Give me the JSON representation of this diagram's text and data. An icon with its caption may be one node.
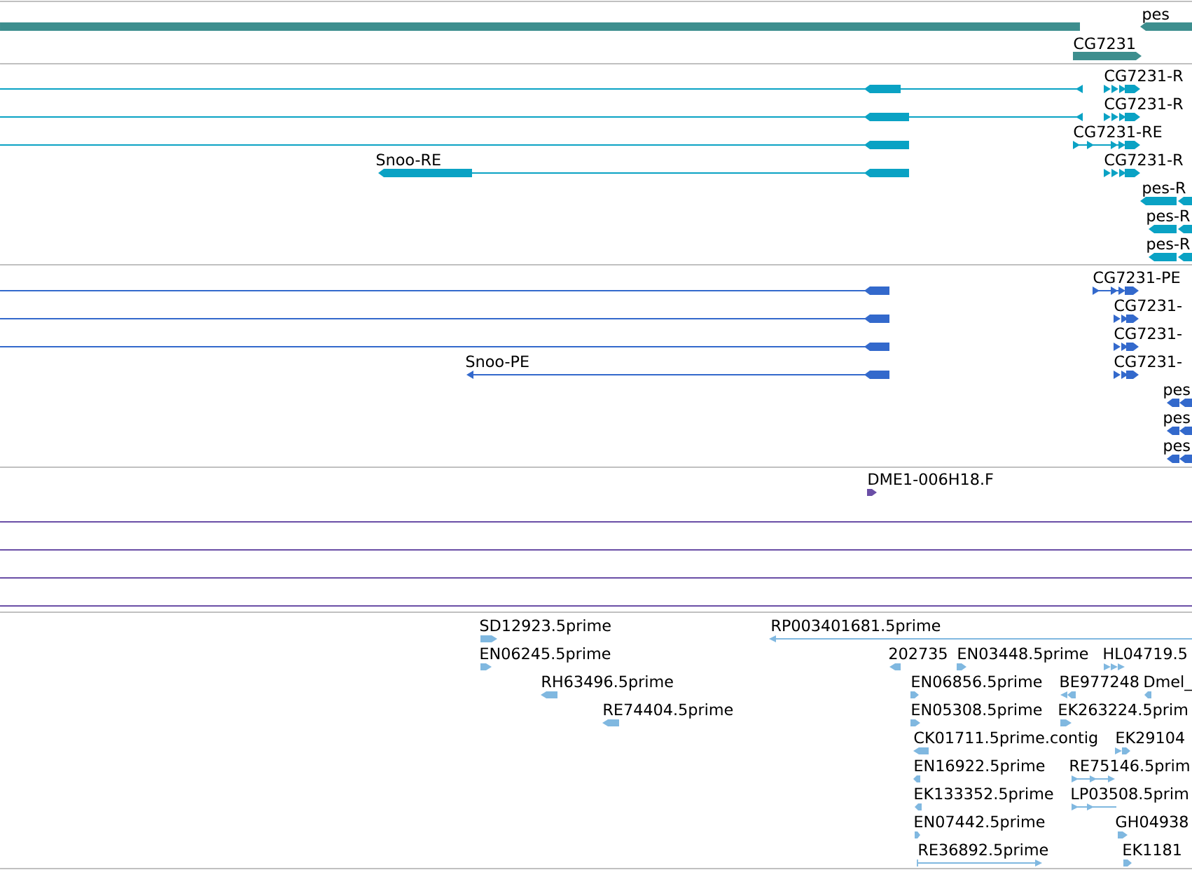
{
  "diagram": {
    "labels": [
      "pes",
      "CG7231",
      "CG7231-R",
      "CG7231-R",
      "CG7231-RE",
      "Snoo-RE",
      "CG7231-R",
      "pes-R",
      "pes-R",
      "pes-R",
      "CG7231-PE",
      "CG7231-",
      "CG7231-",
      "Snoo-PE",
      "CG7231-",
      "pes",
      "pes",
      "pes",
      "DME1-006H18.F",
      "SD12923.5prime",
      "RP003401681.5prime",
      "EN06245.5prime",
      "202735",
      "EN03448.5prime",
      "HL04719.5",
      "RH63496.5prime",
      "EN06856.5prime",
      "BE977248",
      "Dmel_",
      "RE74404.5prime",
      "EN05308.5prime",
      "EK263224.5prim",
      "CK01711.5prime.contig",
      "EK29104",
      "EN16922.5prime",
      "RE75146.5prim",
      "EK133352.5prime",
      "LP03508.5prim",
      "EN07442.5prime",
      "GH04938",
      "RE36892.5prime",
      "EK1181"
    ]
  }
}
